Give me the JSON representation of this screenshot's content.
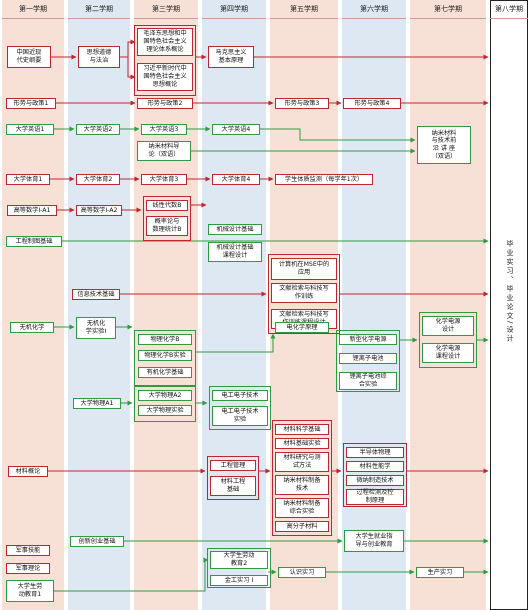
{
  "semesters": [
    "第一学期",
    "第二学期",
    "第三学期",
    "第四学期",
    "第五学期",
    "第六学期",
    "第七学期",
    "第八学期"
  ],
  "eighth_term_text": "毕业实习、毕业论文/设计",
  "courses": {
    "zgjdsgy": "中国近现\n代史纲要",
    "sxddfz": "思想道德\n与法治",
    "mzdsx": "毛泽东思想和中\n国特色社会主义\n理论体系概论",
    "xjpsx": "习近平新时代中\n国特色社会主义\n思想概论",
    "mkszy": "马克思主义\n基本原理",
    "xszc1": "形势与政策1",
    "xszc2": "形势与政策2",
    "xszc3": "形势与政策3",
    "xszc4": "形势与政策4",
    "dxyy1": "大学英语1",
    "dxyy2": "大学英语2",
    "dxyy3": "大学英语3",
    "dxyy4": "大学英语4",
    "nmcldl": "纳米材料导\n论（双语）",
    "nmqy": "纳米材料\n与技术前\n沿 讲 座\n（双语）",
    "dxty1": "大学体育1",
    "dxty2": "大学体育2",
    "dxty3": "大学体育3",
    "dxty4": "大学体育4",
    "tzjc": "学生体质监测（每学年1次）",
    "gdsx1": "高等数学I-A1",
    "gdsx2": "高等数学I-A2",
    "xxds": "线性代数B",
    "glltj": "概率论与\n数理统计B",
    "gczt": "工程制图基础",
    "jxsj": "机械设计基础",
    "jxsjkc": "机械设计基础\n课程设计",
    "xxjs": "信息技术基础",
    "jsjmse": "计算机在MSE中的\n应用",
    "wxjs": "文献检索与科技写\n作训练",
    "wxjskc": "文献检索与科技写\n作训练课程设计",
    "wjhx": "无机化学",
    "wjhxsy": "无机化\n学实验I",
    "wlhx": "物理化学B",
    "wlhxsy": "物理化学B实验",
    "yjhx": "有机化学基础",
    "dhxyl": "电化学原理",
    "xxhxdy": "新型化学电源",
    "llzdc": "锂离子电池",
    "llzsy": "锂离子电池综\n合实验",
    "hxdysj": "化学电源\n设计",
    "hxdykc": "化学电源\n课程设计",
    "dxwl1": "大学物理A1",
    "dxwl2": "大学物理A2",
    "dxwlsy": "大学物理实验",
    "dgdz": "电工电子技术",
    "dgdzsy": "电工电子技术\n实验",
    "clgl": "材料概论",
    "gcgl": "工程管理",
    "clgcjc": "材料工程\n基础",
    "clkx": "材料科学基础",
    "cljcsy": "材料基础实验",
    "clyj": "材料研究与测\n试方法",
    "nmzb": "纳米材料制备\n技术",
    "nmzbsy": "纳米材料制备\n综合实验",
    "gfz": "高分子材料",
    "bdt": "半导体物理",
    "clxn": "材料性能学",
    "wnjg": "微纳制造技术",
    "gcjc": "过程检测及控\n制原理",
    "cxcy": "创新创业基础",
    "jyzd": "大学生就业指\n导与创业教育",
    "jsjn": "军事技能",
    "jsll": "军事理论",
    "ldjy1": "大学生劳\n动教育1",
    "ldjy2": "大学生劳动\n教育2",
    "jgsx": "金工实习 I",
    "rssx": "认识实习",
    "scsx": "生产实习"
  }
}
